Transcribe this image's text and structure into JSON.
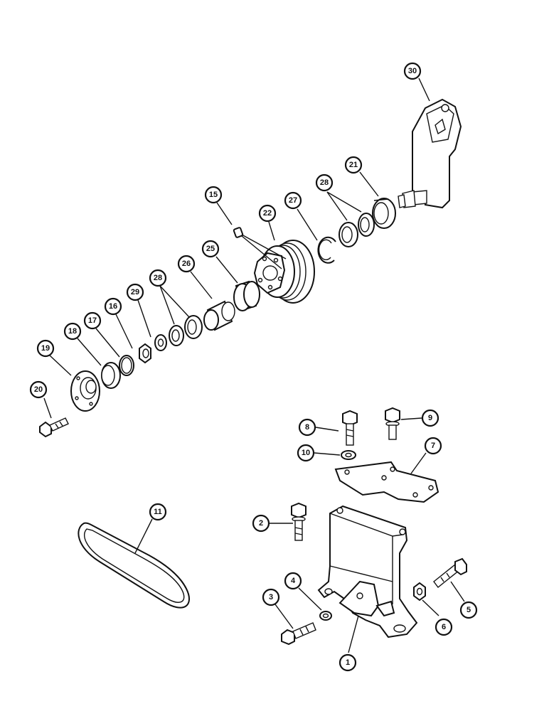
{
  "colors": {
    "ink": "#111111",
    "paper": "#ffffff"
  },
  "callouts": [
    {
      "id": "callout-30",
      "label": "30"
    },
    {
      "id": "callout-21",
      "label": "21"
    },
    {
      "id": "callout-28a",
      "label": "28"
    },
    {
      "id": "callout-27",
      "label": "27"
    },
    {
      "id": "callout-22",
      "label": "22"
    },
    {
      "id": "callout-15",
      "label": "15"
    },
    {
      "id": "callout-25",
      "label": "25"
    },
    {
      "id": "callout-26",
      "label": "26"
    },
    {
      "id": "callout-28b",
      "label": "28"
    },
    {
      "id": "callout-29",
      "label": "29"
    },
    {
      "id": "callout-16",
      "label": "16"
    },
    {
      "id": "callout-17",
      "label": "17"
    },
    {
      "id": "callout-18",
      "label": "18"
    },
    {
      "id": "callout-19",
      "label": "19"
    },
    {
      "id": "callout-20",
      "label": "20"
    },
    {
      "id": "callout-8",
      "label": "8"
    },
    {
      "id": "callout-9",
      "label": "9"
    },
    {
      "id": "callout-10",
      "label": "10"
    },
    {
      "id": "callout-7",
      "label": "7"
    },
    {
      "id": "callout-11",
      "label": "11"
    },
    {
      "id": "callout-2",
      "label": "2"
    },
    {
      "id": "callout-4",
      "label": "4"
    },
    {
      "id": "callout-3",
      "label": "3"
    },
    {
      "id": "callout-6",
      "label": "6"
    },
    {
      "id": "callout-5",
      "label": "5"
    },
    {
      "id": "callout-1",
      "label": "1"
    }
  ]
}
